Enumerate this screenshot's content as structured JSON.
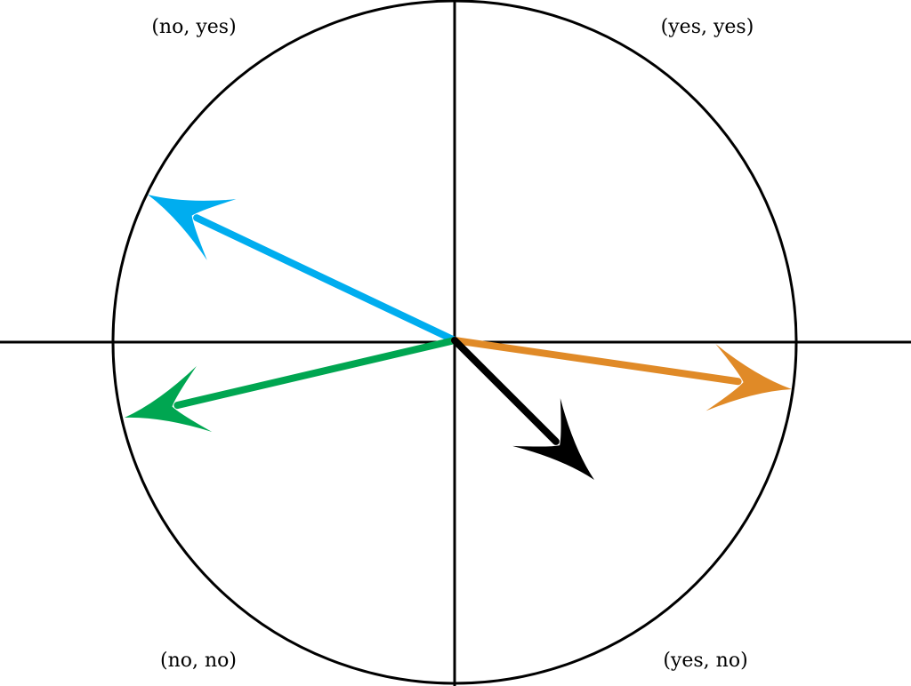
{
  "quadrant_labels": {
    "top_left": "(no, yes)",
    "top_right": "(yes, yes)",
    "bottom_left": "(no, no)",
    "bottom_right": "(yes, no)"
  },
  "arrows": [
    {
      "id": "blue",
      "color": "#00adef"
    },
    {
      "id": "green",
      "color": "#00a651"
    },
    {
      "id": "orange",
      "color": "#e08a27"
    },
    {
      "id": "black",
      "color": "#000000"
    }
  ]
}
